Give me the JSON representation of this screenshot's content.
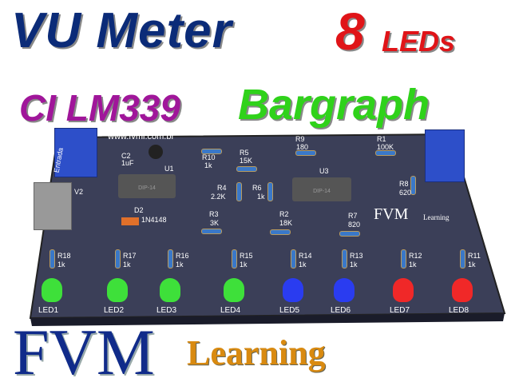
{
  "title": {
    "line1": "VU Meter",
    "num": "8",
    "leds": "LEDs",
    "ic": "CI LM339",
    "type": "Bargraph"
  },
  "board": {
    "url": "www.fvml.com.br",
    "c2": "C2",
    "c2v": "1uF",
    "u1": "U1",
    "u3": "U3",
    "dip": "DIP-14",
    "v2": "V2",
    "entrada": "Entrada",
    "d2": "D2",
    "d2v": "1N4148",
    "resistors": [
      {
        "ref": "R10",
        "val": "1k"
      },
      {
        "ref": "R5",
        "val": "15K"
      },
      {
        "ref": "R9",
        "val": "180"
      },
      {
        "ref": "R1",
        "val": "100K"
      },
      {
        "ref": "R4",
        "val": "2.2K"
      },
      {
        "ref": "R6",
        "val": "1k"
      },
      {
        "ref": "R8",
        "val": "620"
      },
      {
        "ref": "R3",
        "val": "3K"
      },
      {
        "ref": "R2",
        "val": "18K"
      },
      {
        "ref": "R7",
        "val": "820"
      }
    ],
    "led_resistors": [
      {
        "ref": "R18",
        "val": "1k"
      },
      {
        "ref": "R17",
        "val": "1k"
      },
      {
        "ref": "R16",
        "val": "1k"
      },
      {
        "ref": "R15",
        "val": "1k"
      },
      {
        "ref": "R14",
        "val": "1k"
      },
      {
        "ref": "R13",
        "val": "1k"
      },
      {
        "ref": "R12",
        "val": "1k"
      },
      {
        "ref": "R11",
        "val": "1k"
      }
    ],
    "leds": [
      {
        "label": "LED1",
        "color": "#3ee03a"
      },
      {
        "label": "LED2",
        "color": "#3ee03a"
      },
      {
        "label": "LED3",
        "color": "#3ee03a"
      },
      {
        "label": "LED4",
        "color": "#3ee03a"
      },
      {
        "label": "LED5",
        "color": "#2a3cf0"
      },
      {
        "label": "LED6",
        "color": "#2a3cf0"
      },
      {
        "label": "LED7",
        "color": "#f02828"
      },
      {
        "label": "LED8",
        "color": "#f02828"
      }
    ],
    "brand": "FVM",
    "brand_sub": "Learning"
  },
  "logo": {
    "fvm": "FVM",
    "learning": "Learning"
  }
}
